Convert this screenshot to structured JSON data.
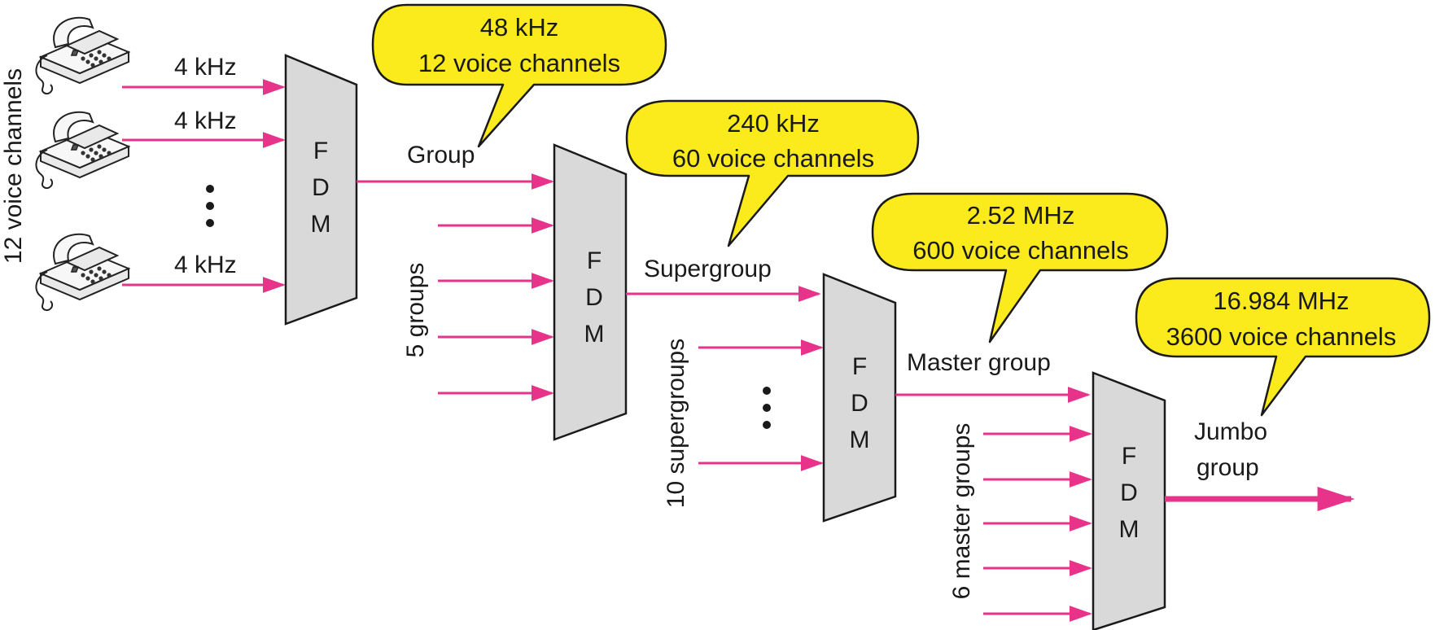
{
  "colors": {
    "signal_line": "#e8338a",
    "callout_fill": "#fbea1c",
    "mux_fill": "#d9d9d9",
    "outline": "#1a1a1a"
  },
  "inputs": {
    "side_label": "12 voice channels",
    "channel_labels": [
      "4 kHz",
      "4 kHz",
      "4 kHz"
    ]
  },
  "fdm_letters": [
    "F",
    "D",
    "M"
  ],
  "stages": [
    {
      "output_label": [
        "Group"
      ],
      "callout": [
        "48 kHz",
        "12 voice channels"
      ]
    },
    {
      "input_label": "5 groups",
      "output_label": [
        "Supergroup"
      ],
      "callout": [
        "240 kHz",
        "60 voice channels"
      ]
    },
    {
      "input_label": "10 supergroups",
      "output_label": [
        "Master group"
      ],
      "callout": [
        "2.52 MHz",
        "600 voice channels"
      ]
    },
    {
      "input_label": "6 master groups",
      "output_label": [
        "Jumbo",
        "group"
      ],
      "callout": [
        "16.984 MHz",
        "3600 voice channels"
      ]
    }
  ],
  "icons": {
    "telephone": "telephone-icon",
    "ellipsis": "vertical-ellipsis-icon"
  }
}
